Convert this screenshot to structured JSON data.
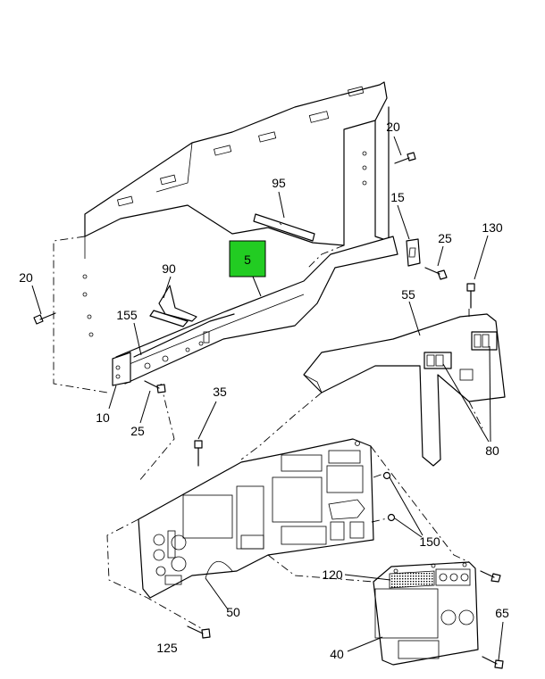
{
  "callouts": {
    "c5": "5",
    "c10": "10",
    "c15": "15",
    "c20a": "20",
    "c20b": "20",
    "c25a": "25",
    "c25b": "25",
    "c35": "35",
    "c40": "40",
    "c50": "50",
    "c55": "55",
    "c65": "65",
    "c80": "80",
    "c90": "90",
    "c95": "95",
    "c120": "120",
    "c125": "125",
    "c130": "130",
    "c150": "150",
    "c155": "155"
  },
  "highlight_color": "#22cc22"
}
